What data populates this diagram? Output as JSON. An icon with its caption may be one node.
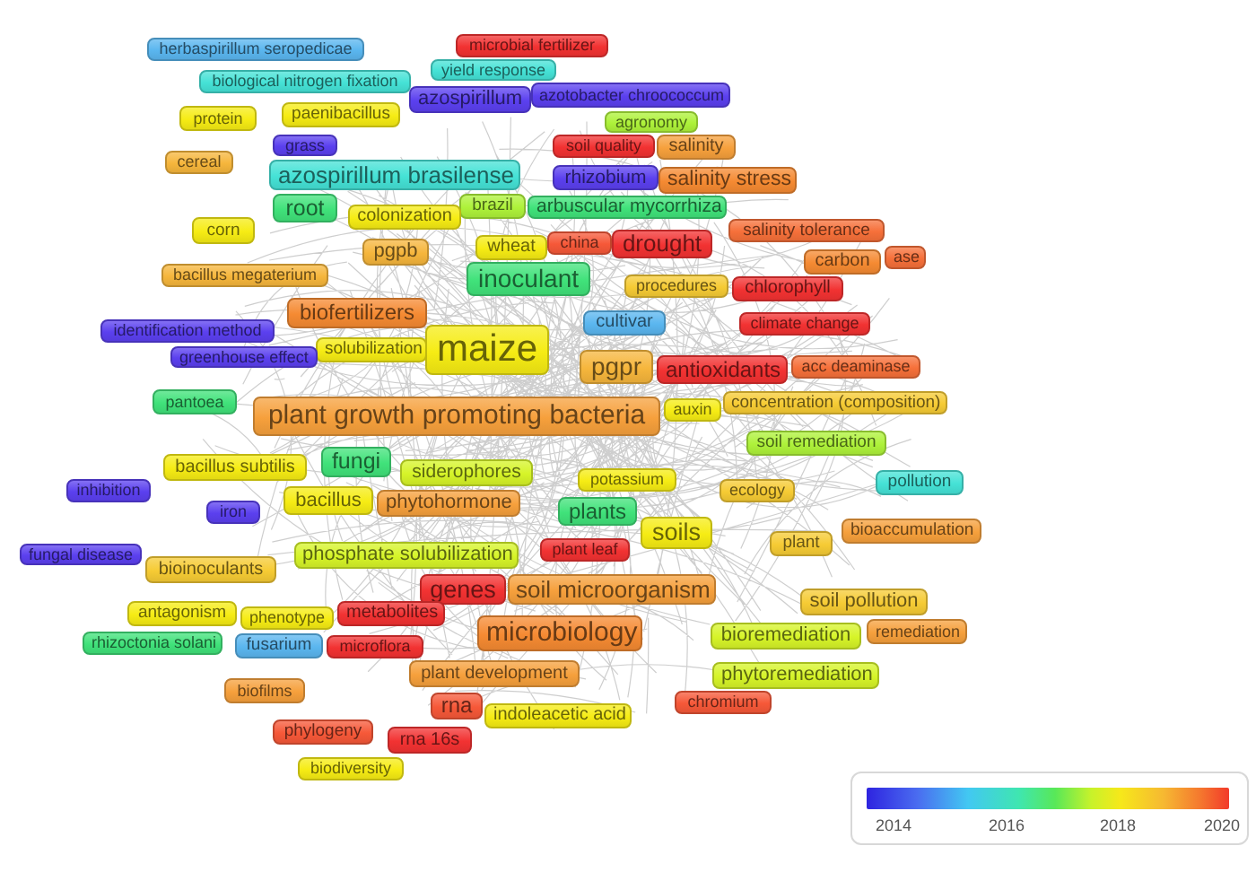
{
  "diagram": {
    "nodes": [
      {
        "text": [
          "microbial fertilizer"
        ]
      },
      {
        "text": [
          "herbaspirillum seropedicae"
        ]
      },
      {
        "text": [
          "yield response"
        ]
      },
      {
        "text": [
          "biological nitrogen fixation"
        ]
      },
      {
        "text": [
          "azotobacter chroococcum"
        ]
      },
      {
        "text": [
          "azospirillum"
        ]
      },
      {
        "text": [
          "paenibacillus"
        ]
      },
      {
        "text": [
          "protein"
        ]
      },
      {
        "text": [
          "agronomy"
        ]
      },
      {
        "text": [
          "soil quality"
        ]
      },
      {
        "text": [
          "salinity"
        ]
      },
      {
        "text": [
          "grass"
        ]
      },
      {
        "text": [
          "cereal"
        ]
      },
      {
        "text": [
          "azospirillum brasilense"
        ]
      },
      {
        "text": [
          "rhizobium"
        ]
      },
      {
        "text": [
          "salinity stress"
        ]
      },
      {
        "text": [
          "root"
        ]
      },
      {
        "text": [
          "brazil"
        ]
      },
      {
        "text": [
          "arbuscular mycorrhiza"
        ]
      },
      {
        "text": [
          "colonization"
        ]
      },
      {
        "text": [
          "corn"
        ]
      },
      {
        "text": [
          "salinity tolerance"
        ]
      },
      {
        "text": [
          "drought"
        ]
      },
      {
        "text": [
          "china"
        ]
      },
      {
        "text": [
          "wheat"
        ]
      },
      {
        "text": [
          "pgpb"
        ]
      },
      {
        "text": [
          "ase"
        ]
      },
      {
        "text": [
          "carbon"
        ]
      },
      {
        "text": [
          "inoculant"
        ]
      },
      {
        "text": [
          "bacillus megaterium"
        ]
      },
      {
        "text": [
          "procedures"
        ]
      },
      {
        "text": [
          "chlorophyll"
        ]
      },
      {
        "text": [
          "biofertilizers"
        ]
      },
      {
        "text": [
          "cultivar"
        ]
      },
      {
        "text": [
          "climate change"
        ]
      },
      {
        "text": [
          "identification method"
        ]
      },
      {
        "text": [
          "maize"
        ]
      },
      {
        "text": [
          "solubilization"
        ]
      },
      {
        "text": [
          "greenhouse effect"
        ]
      },
      {
        "text": [
          "pgpr"
        ]
      },
      {
        "text": [
          "antioxidants"
        ]
      },
      {
        "text": [
          "acc deaminase"
        ]
      },
      {
        "text": [
          "pantoea"
        ]
      },
      {
        "text": [
          "concentration (composition)"
        ]
      },
      {
        "text": [
          "plant growth promoting bacteria"
        ]
      },
      {
        "text": [
          "auxin"
        ]
      },
      {
        "text": [
          "soil remediation"
        ]
      },
      {
        "text": [
          "fungi"
        ]
      },
      {
        "text": [
          "bacillus subtilis"
        ]
      },
      {
        "text": [
          "siderophores"
        ]
      },
      {
        "text": [
          "potassium"
        ]
      },
      {
        "text": [
          "pollution"
        ]
      },
      {
        "text": [
          "inhibition"
        ]
      },
      {
        "text": [
          "ecology"
        ]
      },
      {
        "text": [
          "bacillus"
        ]
      },
      {
        "text": [
          "phytohormone"
        ]
      },
      {
        "text": [
          "plants"
        ]
      },
      {
        "text": [
          "iron"
        ]
      },
      {
        "text": [
          "soils"
        ]
      },
      {
        "text": [
          "bioaccumulation"
        ]
      },
      {
        "text": [
          "plant"
        ]
      },
      {
        "text": [
          "plant leaf"
        ]
      },
      {
        "text": [
          "phosphate solubilization"
        ]
      },
      {
        "text": [
          "fungal disease"
        ]
      },
      {
        "text": [
          "bioinoculants"
        ]
      },
      {
        "text": [
          "genes"
        ]
      },
      {
        "text": [
          "soil microorganism"
        ]
      },
      {
        "text": [
          "soil pollution"
        ]
      },
      {
        "text": [
          "antagonism"
        ]
      },
      {
        "text": [
          "phenotype"
        ]
      },
      {
        "text": [
          "metabolites"
        ]
      },
      {
        "text": [
          "microbiology"
        ]
      },
      {
        "text": [
          "bioremediation"
        ]
      },
      {
        "text": [
          "remediation"
        ]
      },
      {
        "text": [
          "rhizoctonia solani"
        ]
      },
      {
        "text": [
          "fusarium"
        ]
      },
      {
        "text": [
          "microflora"
        ]
      },
      {
        "text": [
          "plant development"
        ]
      },
      {
        "text": [
          "phytoremediation"
        ]
      },
      {
        "text": [
          "biofilms"
        ]
      },
      {
        "text": [
          "chromium"
        ]
      },
      {
        "text": [
          "rna"
        ]
      },
      {
        "text": [
          "indoleacetic acid"
        ]
      },
      {
        "text": [
          "phylogeny"
        ]
      },
      {
        "text": [
          "rna 16s"
        ]
      },
      {
        "text": [
          "biodiversity"
        ]
      }
    ],
    "labels": [
      "2014",
      "2016",
      "2018",
      "2020"
    ]
  }
}
